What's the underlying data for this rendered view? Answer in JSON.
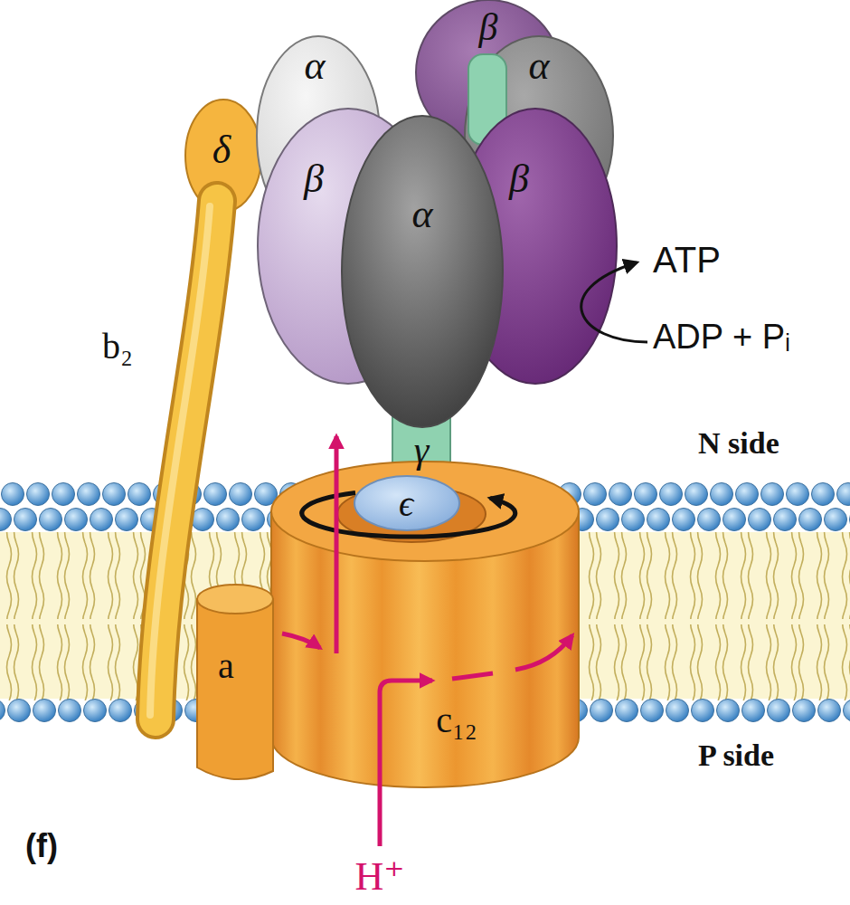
{
  "diagram": {
    "nodes": [
      {
        "text": [
          "β"
        ]
      },
      {
        "text": [
          "α"
        ]
      },
      {
        "text": [
          "α"
        ]
      },
      {
        "text": [
          "δ"
        ]
      },
      {
        "text": [
          "β"
        ]
      },
      {
        "text": [
          "α"
        ]
      },
      {
        "text": [
          "β"
        ]
      },
      {
        "text": [
          "b₂"
        ]
      },
      {
        "text": [
          "γ"
        ]
      },
      {
        "text": [
          "ϵ"
        ]
      },
      {
        "text": [
          "a"
        ]
      },
      {
        "text": [
          "c₁₂"
        ]
      }
    ],
    "labels": [
      "ATP",
      "ADP + Pᵢ",
      "N side",
      "P side",
      "H⁺",
      "(f)"
    ]
  }
}
